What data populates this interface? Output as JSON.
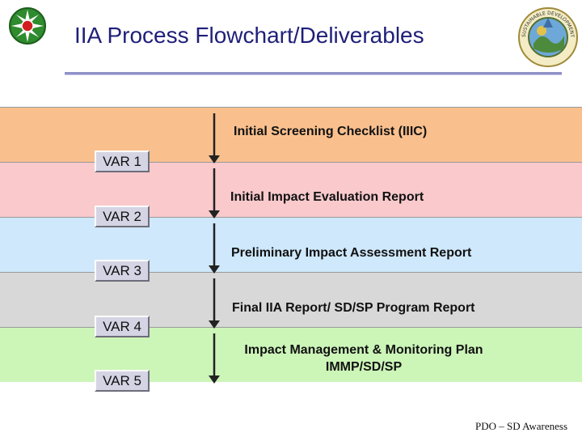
{
  "header": {
    "title": "IIA Process Flowchart/Deliverables",
    "left_logo": "leaf-emblem-icon",
    "right_logo": "sustainable-development-seal-icon",
    "right_logo_ring_text": "SUSTAINABLE DEVELOPMENT"
  },
  "stages": [
    {
      "var": "VAR 1",
      "deliverable": "Initial Screening Checklist (IIIC)"
    },
    {
      "var": "VAR 2",
      "deliverable": "Initial Impact Evaluation Report"
    },
    {
      "var": "VAR 3",
      "deliverable": "Preliminary Impact Assessment Report"
    },
    {
      "var": "VAR 4",
      "deliverable": "Final IIA Report/ SD/SP Program Report"
    },
    {
      "var": "VAR 5",
      "deliverable_line1": "Impact Management & Monitoring Plan",
      "deliverable_line2": "IMMP/SD/SP"
    }
  ],
  "footer": "PDO – SD Awareness",
  "colors": {
    "title": "#1f1f7a",
    "band_1": "#f9c08e",
    "band_2": "#f9c9cc",
    "band_3": "#cfe8fb",
    "band_4": "#d8d8d8",
    "band_5": "#ccf5b8"
  }
}
